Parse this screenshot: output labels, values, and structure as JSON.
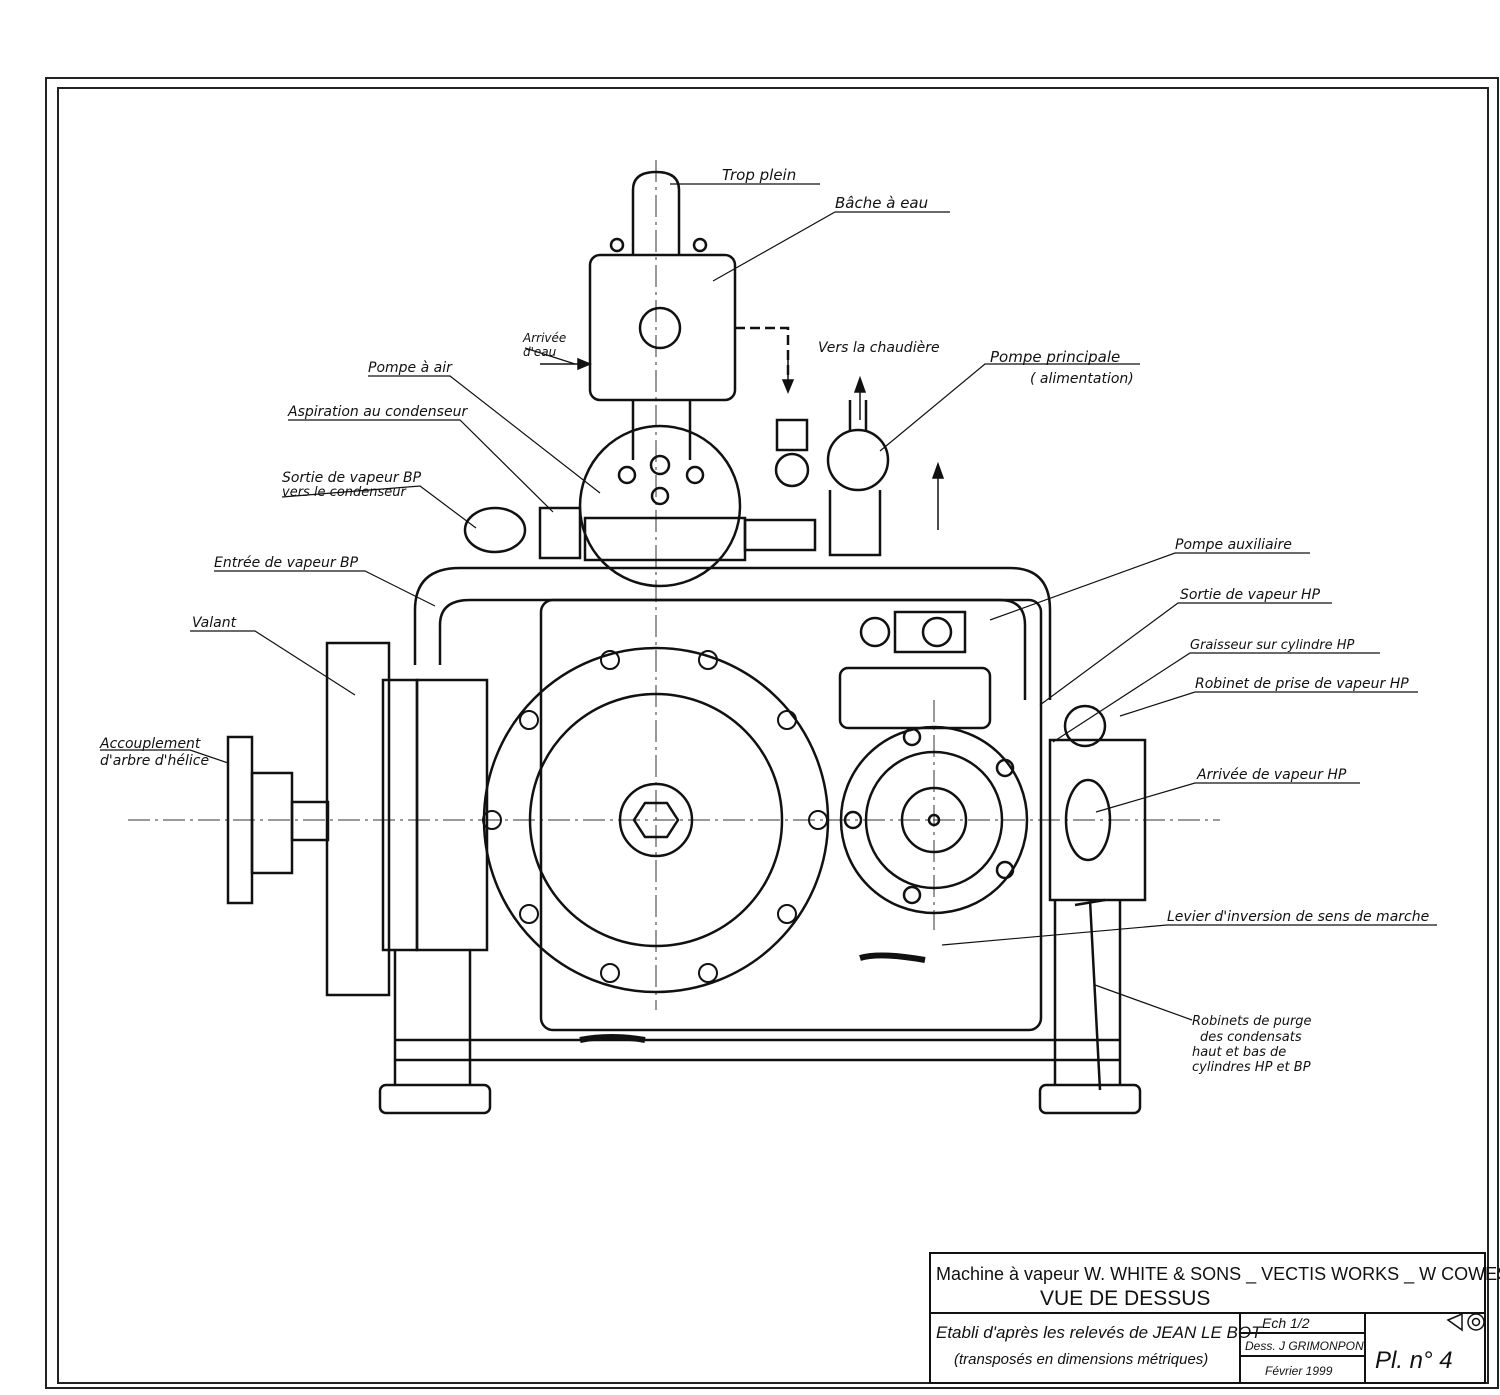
{
  "labels": {
    "trop_plein": "Trop plein",
    "bache_a_eau": "Bâche à eau",
    "arrivee_eau_1": "Arrivée",
    "arrivee_eau_2": "d'eau",
    "vers_chaudiere": "Vers la chaudière",
    "pompe_principale_1": "Pompe principale",
    "pompe_principale_2": "( alimentation)",
    "pompe_a_air": "Pompe à air",
    "aspiration_condenseur": "Aspiration au condenseur",
    "sortie_bp_1": "Sortie de vapeur BP",
    "sortie_bp_2": "vers le condenseur",
    "entree_bp": "Entrée de vapeur BP",
    "valant": "Valant",
    "accouplement_1": "Accouplement",
    "accouplement_2": "d'arbre d'hélice",
    "pompe_auxiliaire": "Pompe auxiliaire",
    "sortie_hp": "Sortie de vapeur HP",
    "graisseur_hp": "Graisseur sur cylindre HP",
    "robinet_prise_hp": "Robinet de prise de vapeur HP",
    "arrivee_hp": "Arrivée de vapeur HP",
    "levier_inversion": "Levier d'inversion de sens de marche",
    "robinets_purge_1": "Robinets de purge",
    "robinets_purge_2": "des condensats",
    "robinets_purge_3": "haut et bas de",
    "robinets_purge_4": "cylindres HP et BP"
  },
  "title_block": {
    "line1": "Machine à vapeur  W. WHITE & SONS _ VECTIS WORKS _ W COWES",
    "line2": "VUE    DE  DESSUS",
    "line3": "Etabli d'après les relevés de JEAN LE BOT",
    "line4": "(transposés en dimensions métriques)",
    "scale": "Ech    1/2",
    "drawn_by": "Dess. J GRIMONPON",
    "date": "Février 1999",
    "plate": "Pl. n° 4"
  }
}
